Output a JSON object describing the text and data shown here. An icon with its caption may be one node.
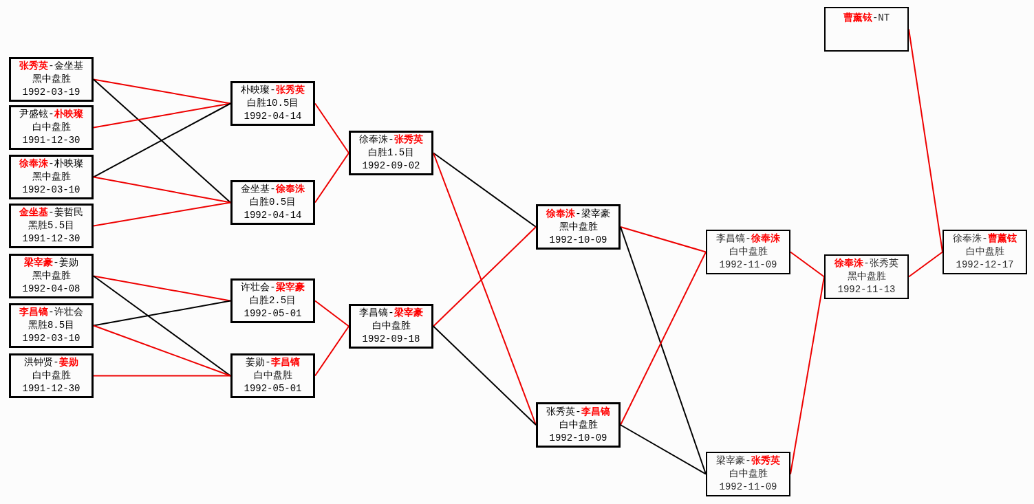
{
  "diagram": {
    "nodes": [
      {
        "text": [
          "**张秀英**-金坐基",
          "黑中盘胜",
          "1992-03-19"
        ]
      },
      {
        "text": [
          "尹盛铉-**朴映璨**",
          "白中盘胜",
          "1991-12-30"
        ]
      },
      {
        "text": [
          "**徐奉洙**-朴映璨",
          "黑中盘胜",
          "1992-03-10"
        ]
      },
      {
        "text": [
          "**金坐基**-姜哲民",
          "黑胜5.5目",
          "1991-12-30"
        ]
      },
      {
        "text": [
          "**梁宰豪**-姜勋",
          "黑中盘胜",
          "1992-04-08"
        ]
      },
      {
        "text": [
          "**李昌镐**-许壮会",
          "黑胜8.5目",
          "1992-03-10"
        ]
      },
      {
        "text": [
          "洪钟贤-**姜勋**",
          "白中盘胜",
          "1991-12-30"
        ]
      },
      {
        "text": [
          "朴映璨-**张秀英**",
          "白胜10.5目",
          "1992-04-14"
        ]
      },
      {
        "text": [
          "金坐基-**徐奉洙**",
          "白胜0.5目",
          "1992-04-14"
        ]
      },
      {
        "text": [
          "许壮会-**梁宰豪**",
          "白胜2.5目",
          "1992-05-01"
        ]
      },
      {
        "text": [
          "姜勋-**李昌镐**",
          "白中盘胜",
          "1992-05-01"
        ]
      },
      {
        "text": [
          "徐奉洙-**张秀英**",
          "白胜1.5目",
          "1992-09-02"
        ]
      },
      {
        "text": [
          "李昌镐-**梁宰豪**",
          "白中盘胜",
          "1992-09-18"
        ]
      },
      {
        "text": [
          "**徐奉洙**-梁宰豪",
          "黑中盘胜",
          "1992-10-09"
        ]
      },
      {
        "text": [
          "张秀英-**李昌镐**",
          "白中盘胜",
          "1992-10-09"
        ]
      },
      {
        "text": [
          "李昌镐-**徐奉洙**",
          "白中盘胜",
          "1992-11-09"
        ]
      },
      {
        "text": [
          "梁宰豪-**张秀英**",
          "白中盘胜",
          "1992-11-09"
        ]
      },
      {
        "text": [
          "**曹薰铉**-NT"
        ]
      },
      {
        "text": [
          "**徐奉洙**-张秀英",
          "黑中盘胜",
          "1992-11-13"
        ]
      },
      {
        "text": [
          "徐奉洙-**曹薰铉**",
          "白中盘胜",
          "1992-12-17"
        ]
      }
    ],
    "edges": [
      {
        "from": 0,
        "to": 7,
        "arrow": "none"
      },
      {
        "from": 0,
        "to": 8,
        "arrow": "none",
        "color": "#000000"
      },
      {
        "from": 1,
        "to": 7,
        "arrow": "none"
      },
      {
        "from": 2,
        "to": 7,
        "arrow": "none",
        "color": "#000000"
      },
      {
        "from": 2,
        "to": 8,
        "arrow": "none"
      },
      {
        "from": 3,
        "to": 8,
        "arrow": "none"
      },
      {
        "from": 4,
        "to": 9,
        "arrow": "none"
      },
      {
        "from": 4,
        "to": 10,
        "arrow": "none",
        "color": "#000000"
      },
      {
        "from": 5,
        "to": 9,
        "arrow": "none",
        "color": "#000000"
      },
      {
        "from": 5,
        "to": 10,
        "arrow": "none"
      },
      {
        "from": 6,
        "to": 10,
        "arrow": "none"
      },
      {
        "from": 7,
        "to": 11,
        "arrow": "none"
      },
      {
        "from": 8,
        "to": 11,
        "arrow": "none"
      },
      {
        "from": 9,
        "to": 12,
        "arrow": "none"
      },
      {
        "from": 10,
        "to": 12,
        "arrow": "none"
      },
      {
        "from": 11,
        "to": 13,
        "arrow": "none",
        "color": "#000000"
      },
      {
        "from": 11,
        "to": 14,
        "arrow": "none"
      },
      {
        "from": 12,
        "to": 13,
        "arrow": "none"
      },
      {
        "from": 12,
        "to": 14,
        "arrow": "none",
        "color": "#000000"
      },
      {
        "from": 13,
        "to": 15,
        "arrow": "none"
      },
      {
        "from": 13,
        "to": 16,
        "arrow": "none",
        "color": "#000000"
      },
      {
        "from": 14,
        "to": 15,
        "arrow": "none"
      },
      {
        "from": 14,
        "to": 16,
        "arrow": "none",
        "color": "#000000"
      },
      {
        "from": 15,
        "to": 18,
        "arrow": "none"
      },
      {
        "from": 16,
        "to": 18,
        "arrow": "none"
      },
      {
        "from": 17,
        "to": 19,
        "arrow": "none"
      },
      {
        "from": 18,
        "to": 19,
        "arrow": "none"
      }
    ]
  }
}
